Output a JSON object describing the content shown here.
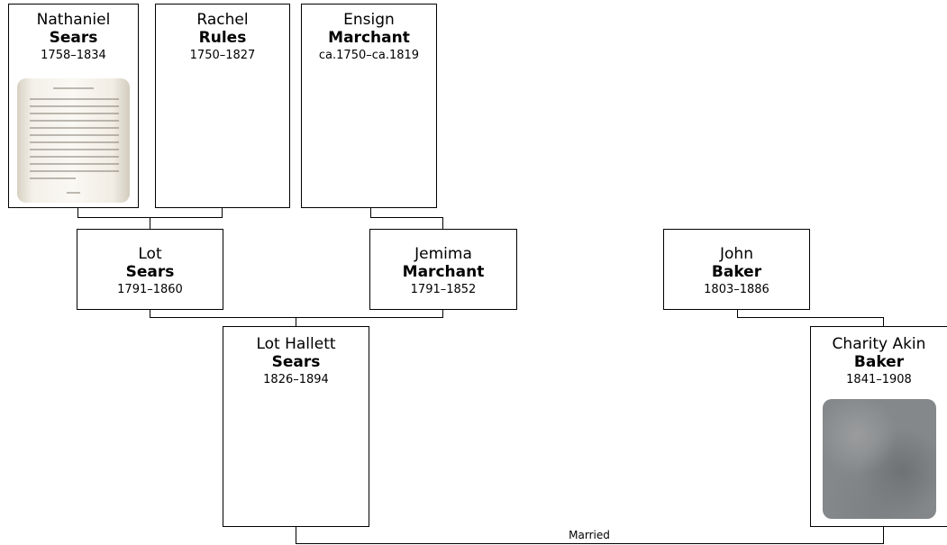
{
  "people": {
    "nathaniel": {
      "given": "Nathaniel",
      "surname": "Sears",
      "dates": "1758–1834",
      "photo": "document-scan"
    },
    "rachel": {
      "given": "Rachel",
      "surname": "Rules",
      "dates": "1750–1827"
    },
    "ensign": {
      "given": "Ensign",
      "surname": "Marchant",
      "dates": "ca.1750–ca.1819"
    },
    "lot": {
      "given": "Lot",
      "surname": "Sears",
      "dates": "1791–1860"
    },
    "jemima": {
      "given": "Jemima",
      "surname": "Marchant",
      "dates": "1791–1852"
    },
    "john": {
      "given": "John",
      "surname": "Baker",
      "dates": "1803–1886"
    },
    "lot_hallett": {
      "given": "Lot Hallett",
      "surname": "Sears",
      "dates": "1826–1894"
    },
    "charity": {
      "given": "Charity Akin",
      "surname": "Baker",
      "dates": "1841–1908",
      "photo": "gravestone"
    }
  },
  "connectors": {
    "married_label": "Married"
  }
}
